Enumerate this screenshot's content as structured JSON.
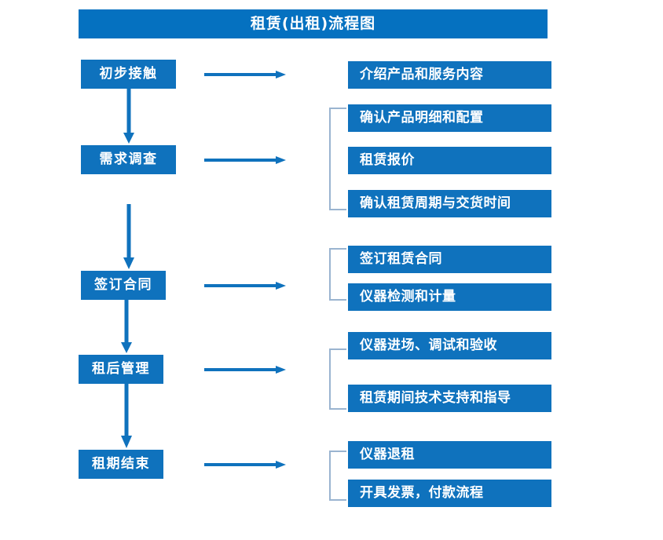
{
  "diagram": {
    "title": "租赁(出租)流程图",
    "colors": {
      "title_bar": "#0571c0",
      "box": "#0f72bd",
      "arrow": "#0f72bd",
      "bracket": "#9ab4d0",
      "text": "#ffffff",
      "background": "#ffffff"
    },
    "stages": [
      {
        "id": "stage-1",
        "label": "初步接触",
        "details": [
          "介绍产品和服务内容"
        ],
        "bracketed": false
      },
      {
        "id": "stage-2",
        "label": "需求调查",
        "details": [
          "确认产品明细和配置",
          "租赁报价",
          "确认租赁周期与交货时间"
        ],
        "bracketed": true
      },
      {
        "id": "stage-3",
        "label": "签订合同",
        "details": [
          "签订租赁合同",
          "仪器检测和计量"
        ],
        "bracketed": true
      },
      {
        "id": "stage-4",
        "label": "租后管理",
        "details": [
          "仪器进场、调试和验收",
          "租赁期间技术支持和指导"
        ],
        "bracketed": true
      },
      {
        "id": "stage-5",
        "label": "租期结束",
        "details": [
          "仪器退租",
          "开具发票，付款流程"
        ],
        "bracketed": true
      }
    ],
    "connectors": {
      "down_arrow_count": 4,
      "right_arrow_count": 5
    }
  }
}
